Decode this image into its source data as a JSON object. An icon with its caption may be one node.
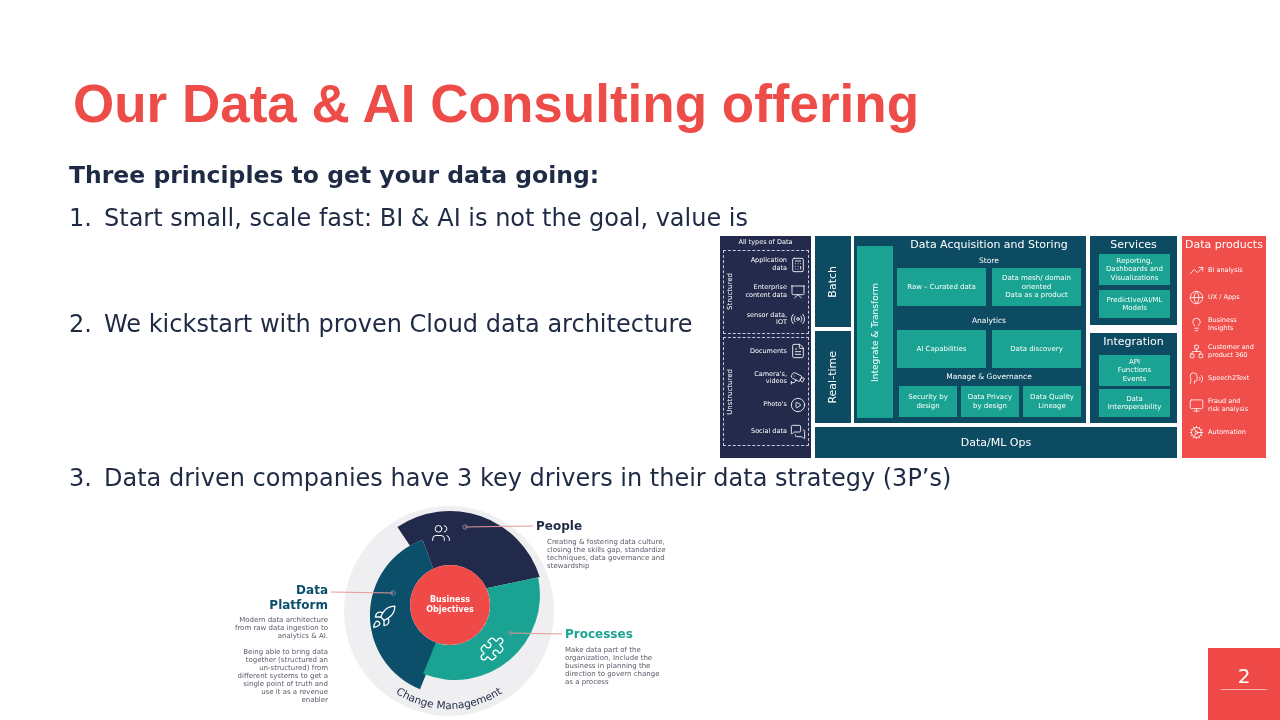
{
  "diagram": {
    "title": "Our Data & AI Consulting offering",
    "nodes": [
      {
        "text": [
          "All types of Data"
        ]
      },
      {
        "text": [
          "Structured",
          "Application data",
          "Enterprise content data",
          "sensor data, IOT"
        ],
        "in": 0
      },
      {
        "text": [
          "Unstructured",
          "Documents",
          "Camera's, videos",
          "Photo's",
          "Social data"
        ],
        "in": 0
      },
      {
        "text": [
          "Batch"
        ]
      },
      {
        "text": [
          "Real-time"
        ]
      },
      {
        "text": [
          "Data Acquisition and Storing",
          "Store",
          "Analytics",
          "Manage & Governance"
        ]
      },
      {
        "text": [
          "Integrate & Transform"
        ],
        "in": 5
      },
      {
        "text": [
          "Raw – Curated data"
        ],
        "in": 5
      },
      {
        "text": [
          "Data mesh/ domain oriented",
          "Data as a product"
        ],
        "in": 5
      },
      {
        "text": [
          "AI Capabilities"
        ],
        "in": 5
      },
      {
        "text": [
          "Data discovery"
        ],
        "in": 5
      },
      {
        "text": [
          "Security by design"
        ],
        "in": 5
      },
      {
        "text": [
          "Data Privacy by design"
        ],
        "in": 5
      },
      {
        "text": [
          "Data Quality Lineage"
        ],
        "in": 5
      },
      {
        "text": [
          "Services"
        ]
      },
      {
        "text": [
          "Reporting, Dashboards and Visualizations"
        ],
        "in": 14
      },
      {
        "text": [
          "Predictive/AI/ML Models"
        ],
        "in": 14
      },
      {
        "text": [
          "Integration"
        ]
      },
      {
        "text": [
          "API",
          "Functions",
          "Events"
        ],
        "in": 17
      },
      {
        "text": [
          "Data Interoperability"
        ],
        "in": 17
      },
      {
        "text": [
          "Data/ML Ops"
        ]
      },
      {
        "text": [
          "Data products",
          "BI analysis",
          "UX / Apps",
          "Business Insights",
          "Customer and product 360",
          "Speech2Text",
          "Fraud and risk analysis",
          "Automation"
        ]
      },
      {
        "text": [
          "Change Management"
        ]
      },
      {
        "text": [],
        "shape": "arc",
        "in": 22
      },
      {
        "text": [],
        "shape": "arc",
        "in": 22
      },
      {
        "text": [],
        "shape": "arc",
        "in": 22
      },
      {
        "text": [
          "Business Objectives"
        ],
        "in": 22
      },
      {
        "text": [
          "People",
          "Creating & fostering data culture, closing the skills gap, standardize techniques, data governance and stewardship"
        ]
      },
      {
        "text": [
          "Data Platform",
          "Modern data architecture from raw data ingestion to analytics & AI.",
          "Being able to bring data together (structured an un-structured) from different systems to get a single point of truth and use it as a revenue enabler"
        ]
      },
      {
        "text": [
          "Processes",
          "Make data part of the organization, Include the business in planning the direction to govern change as a process"
        ]
      },
      {
        "text": [
          "2"
        ]
      }
    ],
    "edges": [
      {
        "from": 27,
        "to": 23,
        "arrow": "other"
      },
      {
        "from": 28,
        "to": 24,
        "arrow": "other"
      },
      {
        "from": 29,
        "to": 25,
        "arrow": "other"
      }
    ],
    "labels": [
      "Three principles to get your data going:",
      "1.",
      "Start small, scale fast: BI & AI is not the goal, value is",
      "2.",
      "We kickstart with proven Cloud data architecture",
      "3.",
      "Data driven companies have 3 key drivers in their data strategy (3P’s)"
    ]
  }
}
